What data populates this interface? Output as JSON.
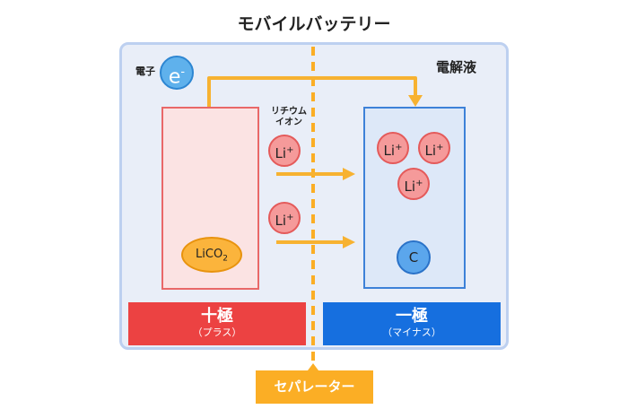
{
  "title": "モバイルバッテリー",
  "electrolyte_label": "電解液",
  "electron": {
    "label": "電子",
    "symbol": "e",
    "charge": "-"
  },
  "ion_label": "リチウム\nイオン",
  "positive_material": {
    "main": "LiCO",
    "sub": "2"
  },
  "lithium_ion": {
    "symbol": "Li",
    "charge": "+"
  },
  "carbon": "C",
  "positive_electrode": {
    "label": "十極",
    "sub": "（プラス）"
  },
  "negative_electrode": {
    "label": "一極",
    "sub": "（マイナス）"
  },
  "separator_label": "セパレーター",
  "colors": {
    "arrow": "#f7b231",
    "positive": "#ec4242",
    "negative": "#166fdf",
    "separator": "#fbae25"
  }
}
